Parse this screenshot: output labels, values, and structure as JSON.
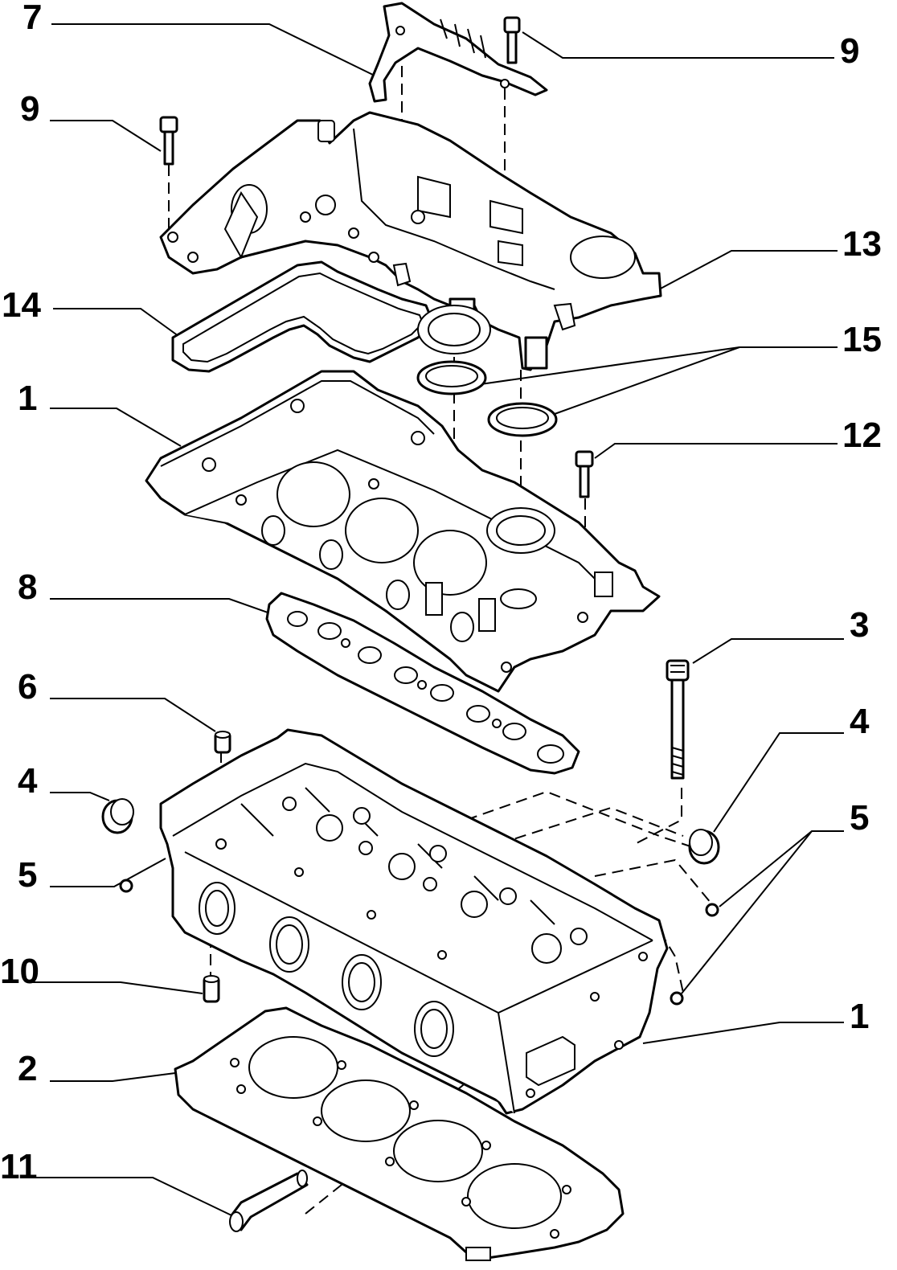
{
  "callouts": [
    {
      "label": "7"
    },
    {
      "label": "9"
    },
    {
      "label": "9"
    },
    {
      "label": "13"
    },
    {
      "label": "14"
    },
    {
      "label": "15"
    },
    {
      "label": "1"
    },
    {
      "label": "12"
    },
    {
      "label": "8"
    },
    {
      "label": "3"
    },
    {
      "label": "6"
    },
    {
      "label": "4"
    },
    {
      "label": "4"
    },
    {
      "label": "5"
    },
    {
      "label": "5"
    },
    {
      "label": "10"
    },
    {
      "label": "1"
    },
    {
      "label": "2"
    },
    {
      "label": "11"
    }
  ]
}
